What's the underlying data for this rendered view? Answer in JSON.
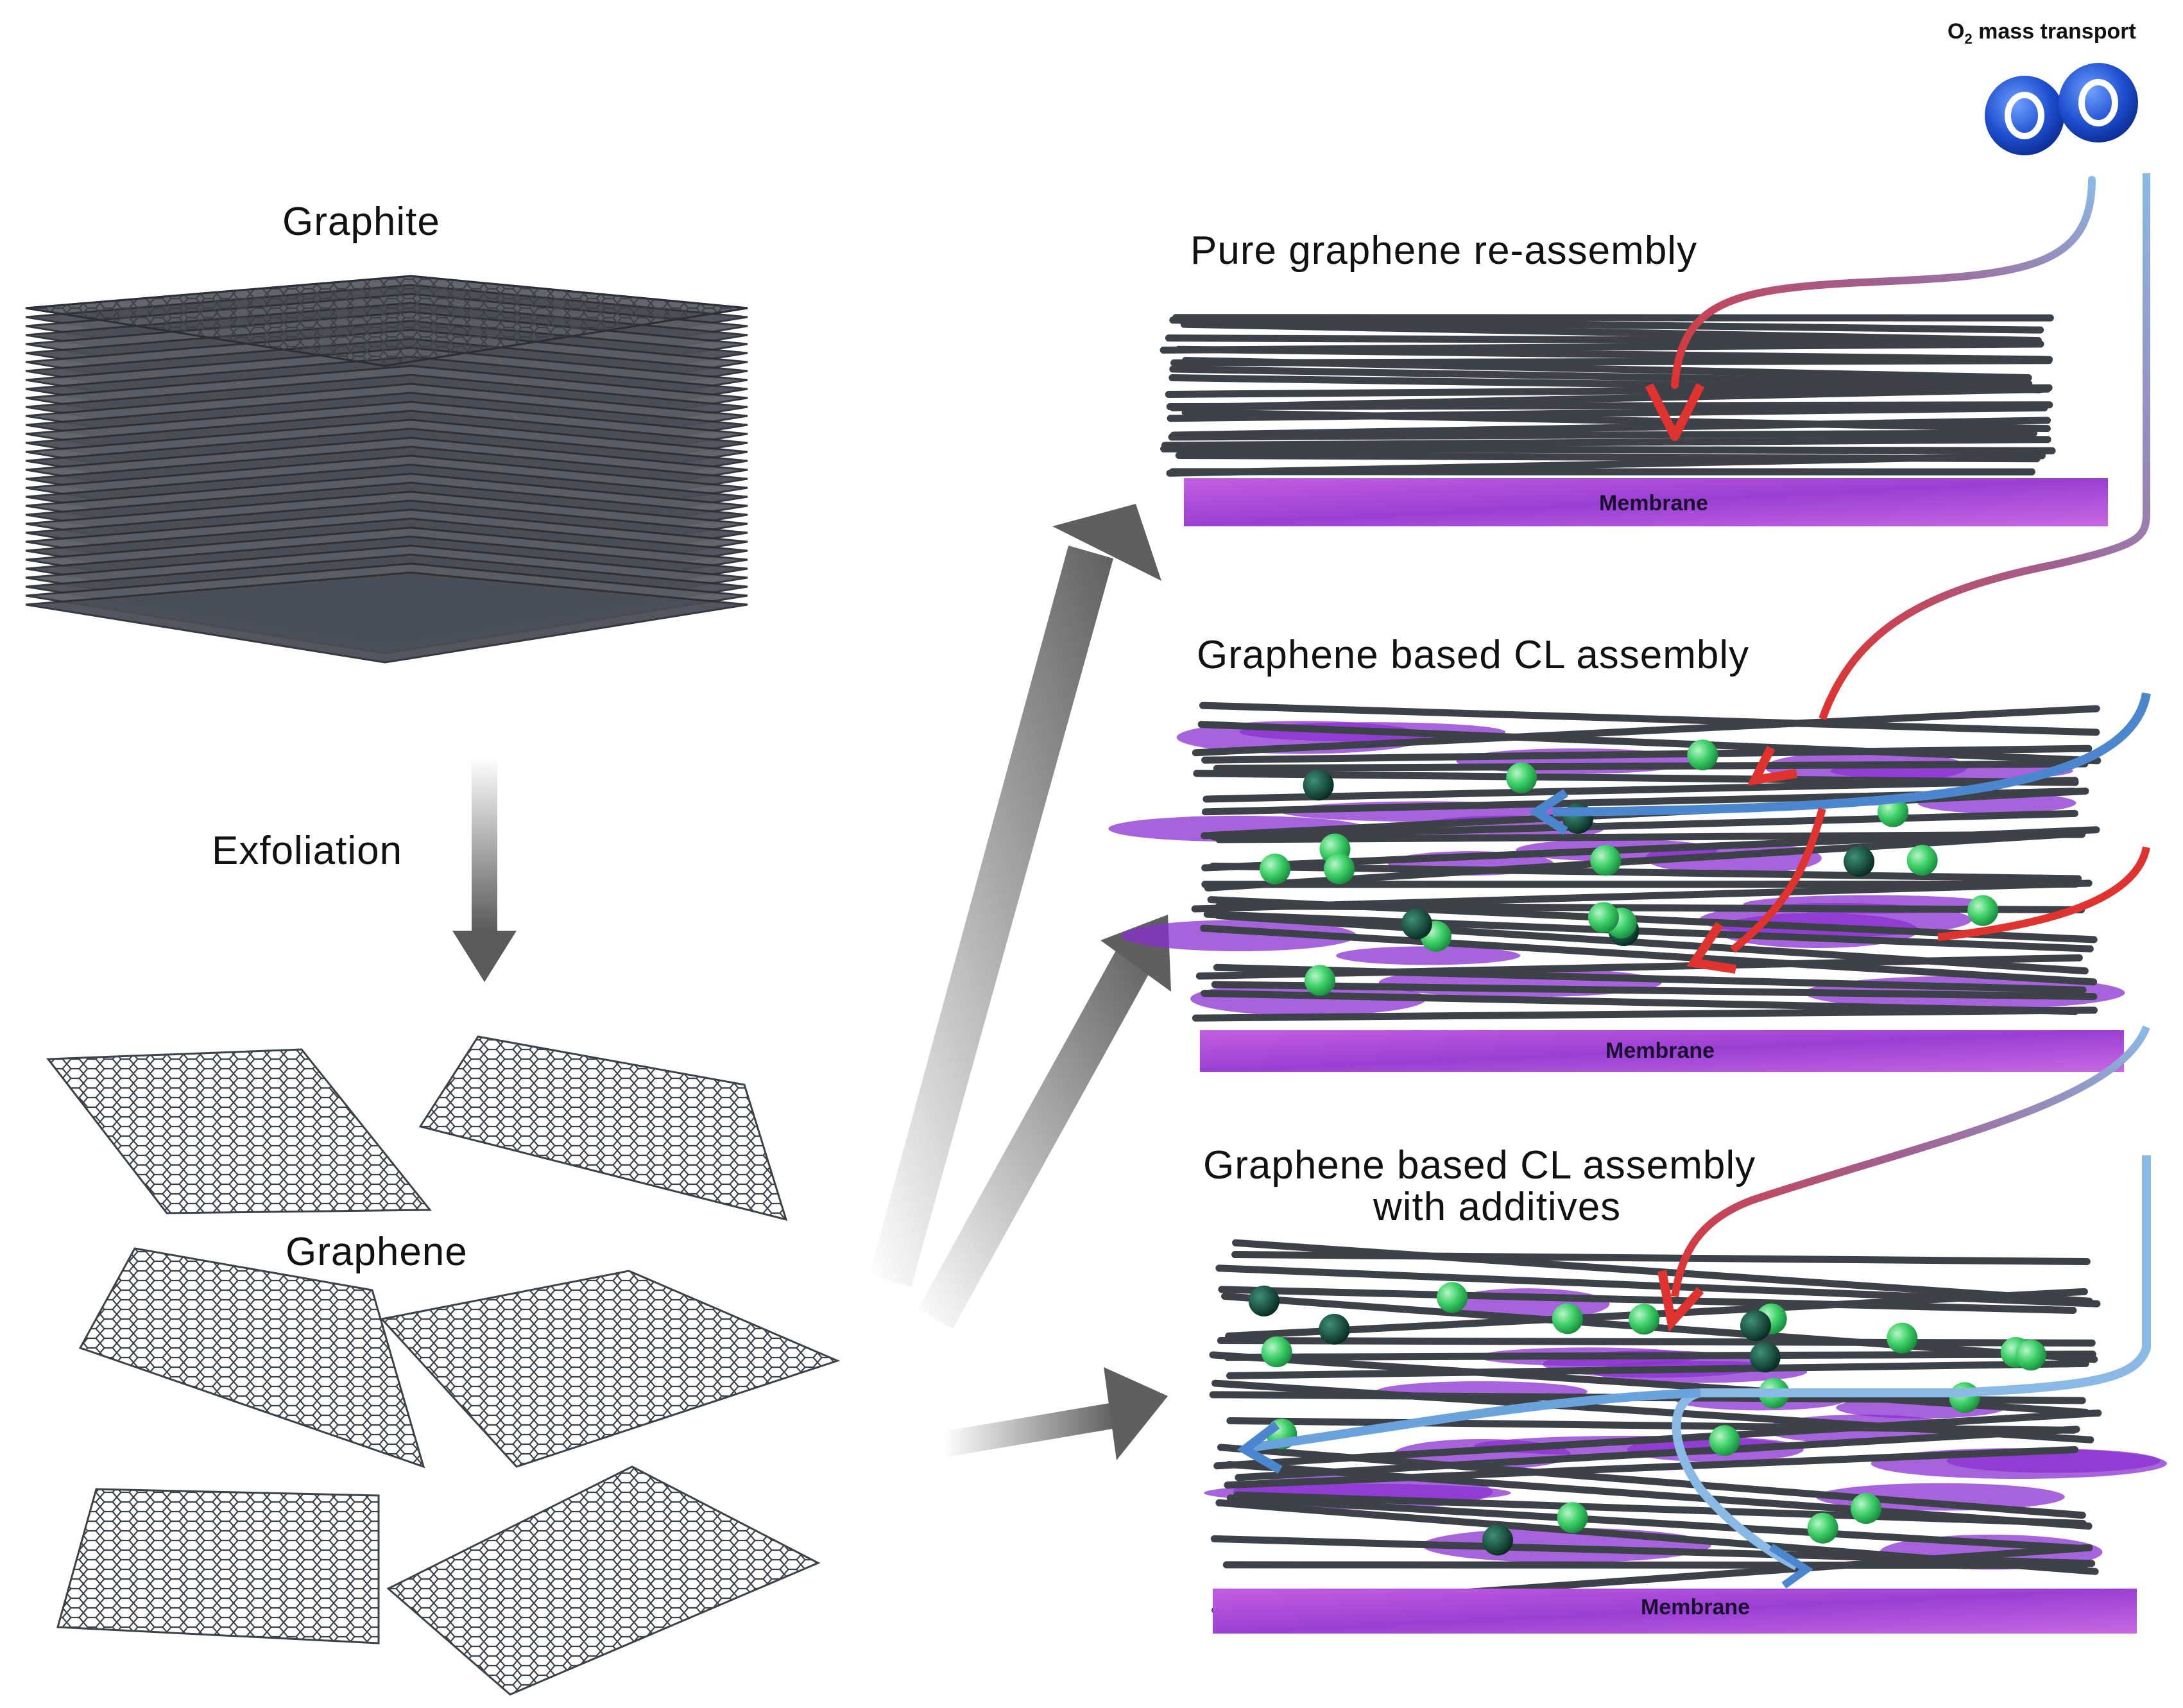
{
  "labels": {
    "graphite": "Graphite",
    "exfoliation": "Exfoliation",
    "graphene": "Graphene",
    "pure_reassembly": "Pure graphene re-assembly",
    "cl_assembly": "Graphene based CL assembly",
    "cl_additives_line1": "Graphene based CL assembly",
    "cl_additives_line2": "with additives",
    "membrane": "Membrane",
    "o2_prefix": "O",
    "o2_sub": "2",
    "o2_suffix": " mass transport"
  },
  "colors": {
    "graphene_sheet": "#3d4148",
    "membrane": "#b04fd6",
    "ionomer": "#8a2fd0",
    "additive_green": "#3fd16a",
    "additive_dark": "#0f4a3a",
    "o2_blue": "#1f5fd8",
    "flow_blue": "#9fc6ea",
    "flow_red": "#e0322e",
    "process_arrow": "#6b6b6b"
  },
  "icons": [
    "o2-molecule-icon",
    "process-arrow-icon"
  ]
}
